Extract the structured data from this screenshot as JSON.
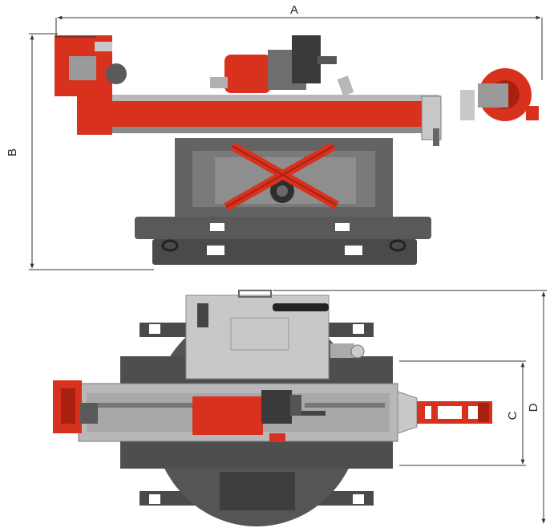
{
  "dimensions": {
    "a": "A",
    "b": "B",
    "c": "C",
    "d": "D"
  },
  "colors": {
    "red": "#d8321e",
    "red_dark": "#a8200f",
    "gray": "#595959",
    "gray_dark": "#3e3e3e",
    "gray_light": "#c8c8c8",
    "steel": "#9a9a9a",
    "line": "#444444"
  }
}
